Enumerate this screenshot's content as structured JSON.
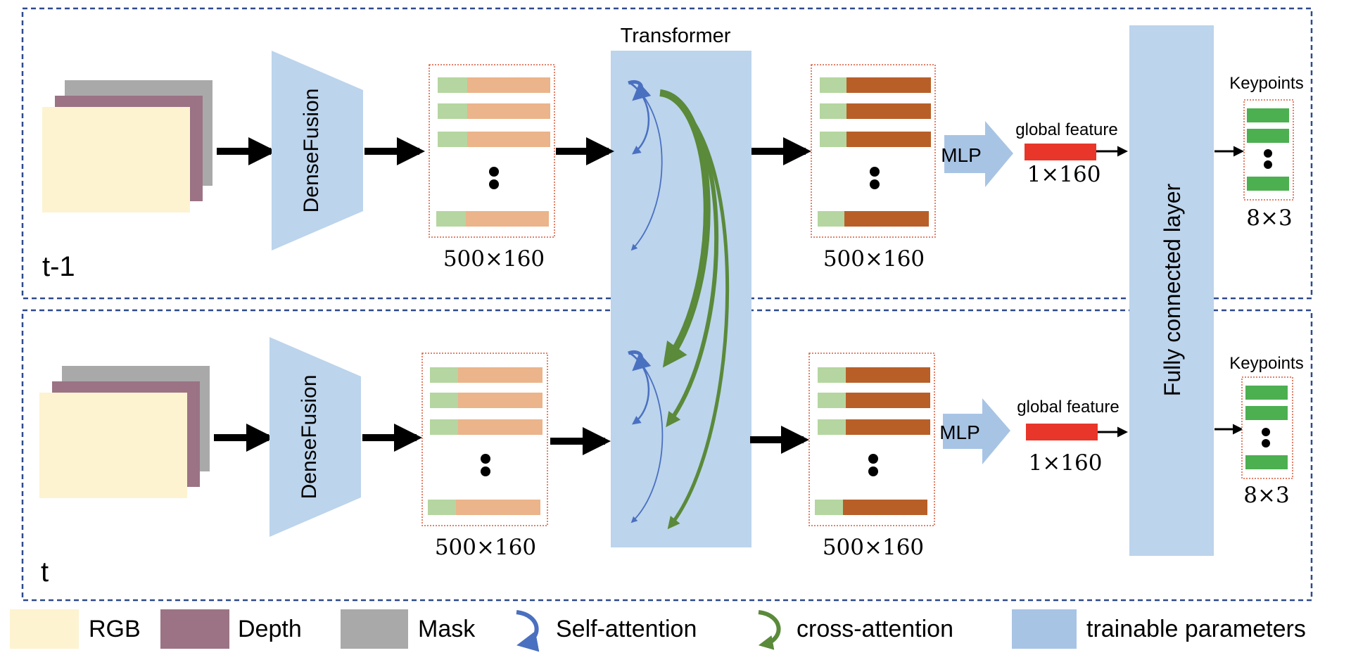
{
  "rows": {
    "top": {
      "label": "t-1"
    },
    "bottom": {
      "label": "t"
    }
  },
  "labels": {
    "transformer": "Transformer",
    "densefusion": "DenseFusion",
    "mlp": "MLP",
    "global_feature": "global feature",
    "global_dim": "1×160",
    "feature_dim": "500×160",
    "fc_layer": "Fully connected layer",
    "keypoints": "Keypoints",
    "keypoints_dim": "8×3"
  },
  "legend": {
    "items": [
      {
        "label": "RGB",
        "color": "#fdf3d0"
      },
      {
        "label": "Depth",
        "color": "#9b7385"
      },
      {
        "label": "Mask",
        "color": "#a9a9a9"
      },
      {
        "label": "Self-attention",
        "color": "#4a70c0"
      },
      {
        "label": "cross-attention",
        "color": "#5a8a3a"
      },
      {
        "label": "trainable parameters",
        "color": "#a8c4e4"
      }
    ]
  },
  "colors": {
    "frame": "#2e4a8c",
    "trainable": "#bcd4ec",
    "rgb": "#fdf3d0",
    "depth": "#9b7385",
    "mask": "#a9a9a9",
    "feat_green": "#b5d6a0",
    "feat_light": "#ebb48a",
    "feat_dark": "#b85f28",
    "global_bar": "#e8362a",
    "kp_green": "#4caf50",
    "self_attn": "#4a70c0",
    "cross_attn": "#5a8a3a"
  }
}
